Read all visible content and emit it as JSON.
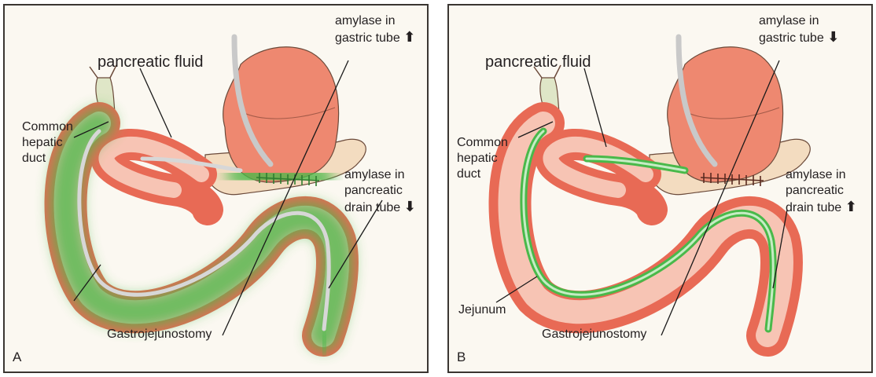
{
  "panels": [
    {
      "letter": "A",
      "pancreatic_fluid": "pancreatic fluid",
      "hepatic_duct": [
        "Common",
        "hepatic",
        "duct"
      ],
      "amylase_gastric": [
        "amylase in",
        "gastric tube"
      ],
      "gastric_arrow": "⬆",
      "amylase_drain": [
        "amylase in",
        "pancreatic",
        "drain tube"
      ],
      "drain_arrow": "⬇",
      "gastrojejunostomy": "Gastrojejunostomy",
      "jejunum": ""
    },
    {
      "letter": "B",
      "pancreatic_fluid": "pancreatic fluid",
      "hepatic_duct": [
        "Common",
        "hepatic",
        "duct"
      ],
      "amylase_gastric": [
        "amylase in",
        "gastric tube"
      ],
      "gastric_arrow": "⬇",
      "amylase_drain": [
        "amylase in",
        "pancreatic",
        "drain tube"
      ],
      "drain_arrow": "⬆",
      "gastrojejunostomy": "Gastrojejunostomy",
      "jejunum": "Jejunum"
    }
  ],
  "colors": {
    "panel_bg": "#fbf8f1",
    "tissue_outer": "#e86a55",
    "tissue_inner": "#f7c4b4",
    "pancreatic_fluid": "#49b94a",
    "tube": "#c9c9c9",
    "pancreas": "#f3dcc0",
    "duct": "#dfe6c7",
    "leader_line": "#1a1a1a"
  }
}
